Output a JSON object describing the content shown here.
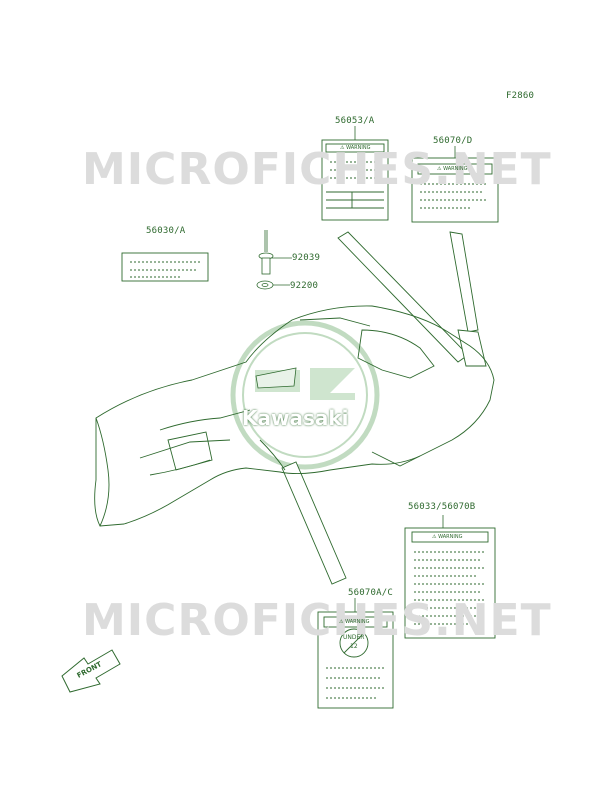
{
  "figure_code": "F2860",
  "watermark": {
    "text": "MICROFICHES.NET",
    "small_text": "MICROFICHES.NET"
  },
  "logo": {
    "text": "Kawasaki"
  },
  "parts": [
    {
      "number": "56053/A"
    },
    {
      "number": "56070/D"
    },
    {
      "number": "56030/A"
    },
    {
      "number": "92039"
    },
    {
      "number": "92200"
    },
    {
      "number": "56033/56070B"
    },
    {
      "number": "56070A/C"
    }
  ],
  "labels": {
    "warning": "⚠ WARNING",
    "front": "FRONT",
    "under_top": "UNDER",
    "under_num": "12"
  },
  "colors": {
    "line": "#2f6a2f",
    "watermark": "#dcdcdc",
    "logo_ring": "#8fbf8f"
  }
}
